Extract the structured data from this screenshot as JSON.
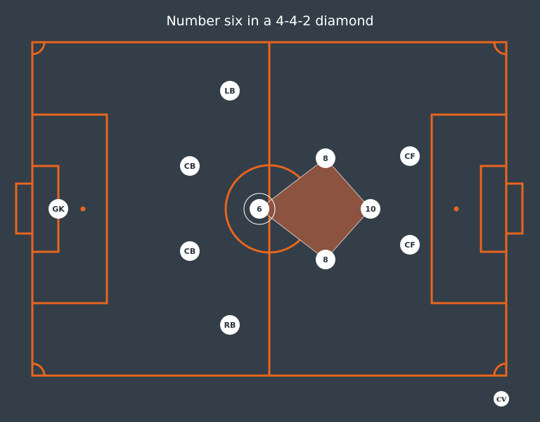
{
  "title": "Number six in a 4-4-2 diamond",
  "colors": {
    "background": "#333e48",
    "lines": "#e8651e",
    "diamond_fill": "#8c5340",
    "player": "#ffffff",
    "player_text": "#2b333b"
  },
  "players": [
    {
      "id": "gk",
      "label": "GK"
    },
    {
      "id": "lb",
      "label": "LB"
    },
    {
      "id": "cb-top",
      "label": "CB"
    },
    {
      "id": "cb-bottom",
      "label": "CB"
    },
    {
      "id": "rb",
      "label": "RB"
    },
    {
      "id": "six",
      "label": "6"
    },
    {
      "id": "eight-top",
      "label": "8"
    },
    {
      "id": "eight-bottom",
      "label": "8"
    },
    {
      "id": "ten",
      "label": "10"
    },
    {
      "id": "cf-top",
      "label": "CF"
    },
    {
      "id": "cf-bottom",
      "label": "CF"
    }
  ],
  "logo": {
    "text": "cv",
    "icon": "cv-logo-icon"
  }
}
